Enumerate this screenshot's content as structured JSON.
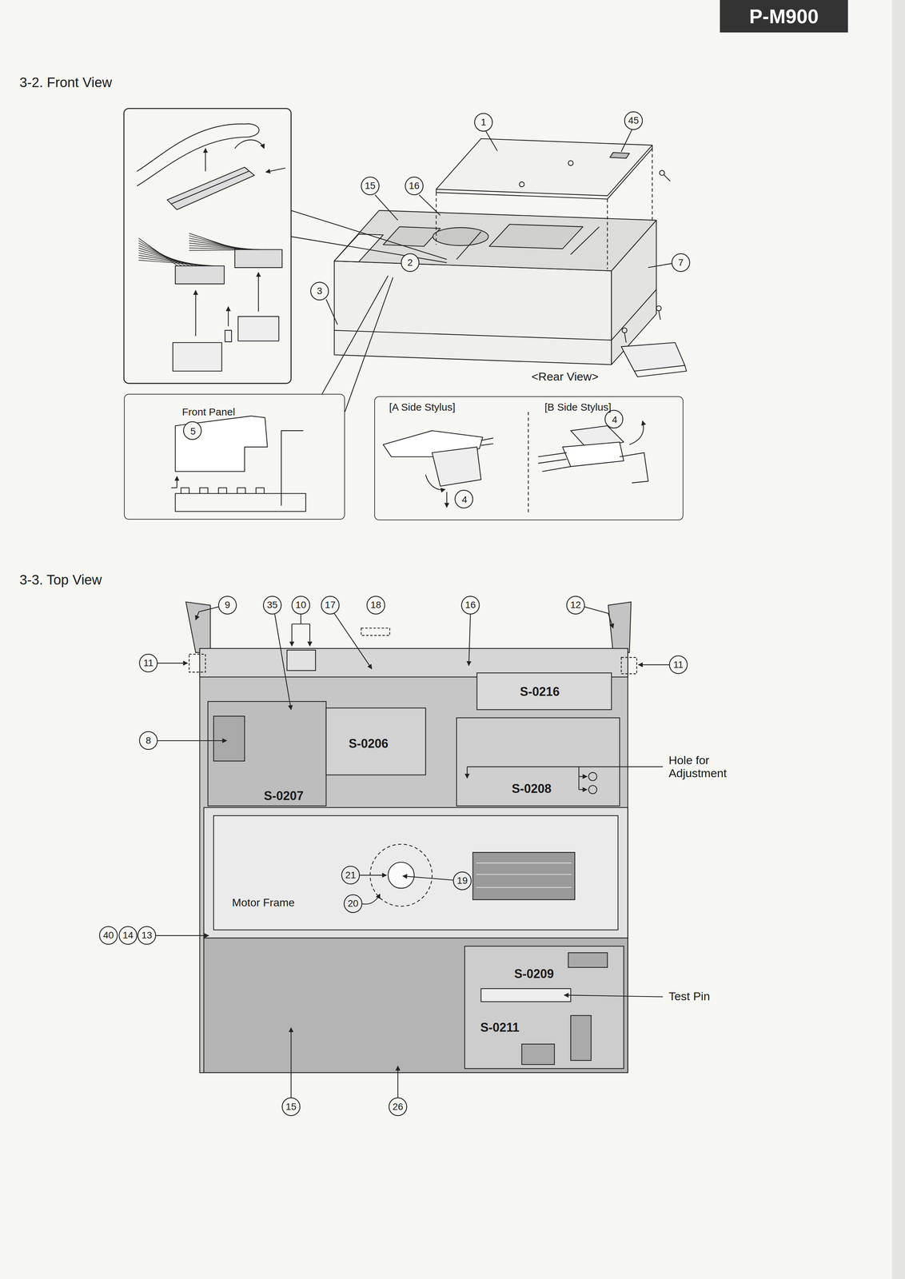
{
  "diagram": {
    "nodes": [
      {
        "text": [
          "P-M900"
        ]
      },
      {
        "text": [
          "Front Panel",
          "5"
        ]
      },
      {
        "text": [
          "[A Side Stylus]",
          "4",
          "[B Side Stylus]",
          "4"
        ]
      }
    ],
    "labels": [
      "3-2. Front View",
      "1",
      "45",
      "15",
      "16",
      "2",
      "3",
      "7",
      "<Rear View>",
      "3-3. Top View",
      "9",
      "35",
      "10",
      "17",
      "18",
      "16",
      "12",
      "11",
      "11",
      "S-0216",
      "8",
      "S-0206",
      "Hole for Adjustment",
      "S-0208",
      "S-0207",
      "21",
      "19",
      "Motor Frame",
      "20",
      "40",
      "14",
      "13",
      "S-0209",
      "Test Pin",
      "S-0211",
      "15",
      "26"
    ]
  }
}
